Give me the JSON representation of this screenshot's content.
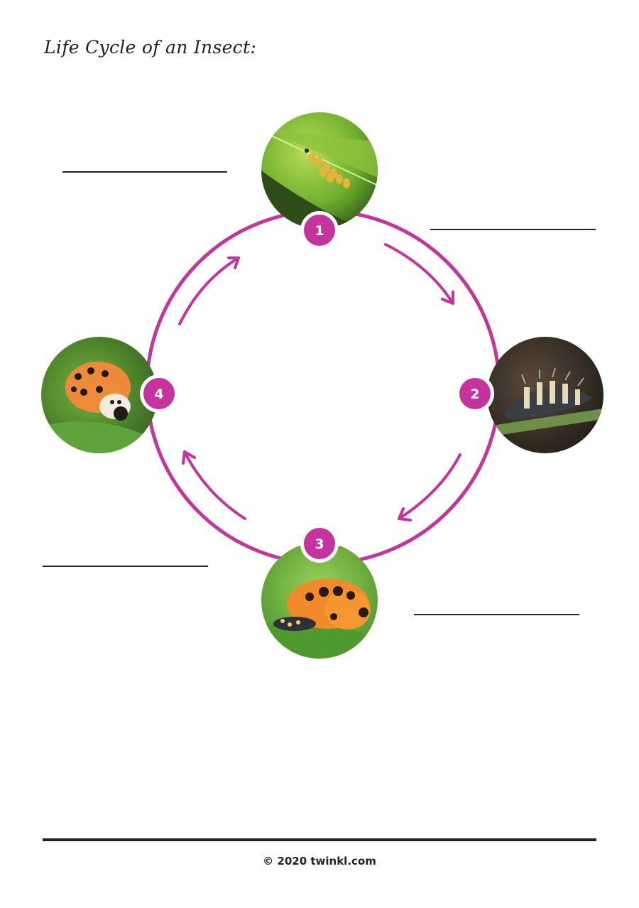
{
  "worksheet": {
    "title": "Life Cycle of an Insect:",
    "accent_color": "#c5339e",
    "stages": [
      {
        "number": "1",
        "image": "ladybird-eggs-photo"
      },
      {
        "number": "2",
        "image": "ladybird-larva-photo"
      },
      {
        "number": "3",
        "image": "ladybird-pupa-photo"
      },
      {
        "number": "4",
        "image": "ladybird-adult-photo"
      }
    ]
  },
  "footer": {
    "copyright": "© 2020 twinkl.com"
  }
}
